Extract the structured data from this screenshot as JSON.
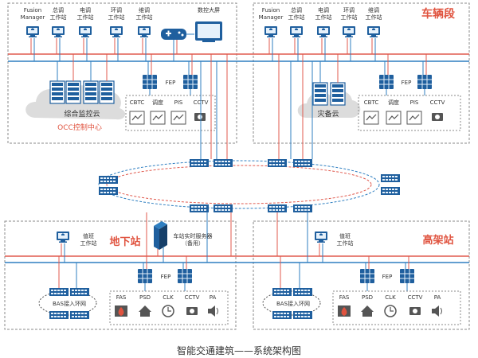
{
  "caption": "智能交通建筑——系统架构图",
  "colors": {
    "red": "#e05a4e",
    "blue": "#2f7fc1",
    "dark_blue": "#1f5f9e",
    "accent_text": "#e0533f",
    "gray_text": "#555555",
    "border": "#8a8a8a"
  },
  "occ": {
    "workstations": [
      {
        "l1": "Fusion",
        "l2": "Manager"
      },
      {
        "l1": "总调",
        "l2": "工作站"
      },
      {
        "l1": "电调",
        "l2": "工作站"
      },
      {
        "l1": "环调",
        "l2": "工作站"
      },
      {
        "l1": "维调",
        "l2": "工作站"
      }
    ],
    "big_screen": "数控大屏",
    "cloud_label": "综合监控云",
    "center_label": "OCC控制中心",
    "fep": "FEP",
    "subsystems": [
      "CBTC",
      "调度",
      "PIS",
      "CCTV"
    ]
  },
  "depot": {
    "title": "车辆段",
    "workstations": [
      {
        "l1": "Fusion",
        "l2": "Manager"
      },
      {
        "l1": "总调",
        "l2": "工作站"
      },
      {
        "l1": "电调",
        "l2": "工作站"
      },
      {
        "l1": "环调",
        "l2": "工作站"
      },
      {
        "l1": "维调",
        "l2": "工作站"
      }
    ],
    "cloud_label": "灾备云",
    "fep": "FEP",
    "subsystems": [
      "CBTC",
      "调度",
      "PIS",
      "CCTV"
    ]
  },
  "underground": {
    "title": "地下站",
    "ws_l1": "值班",
    "ws_l2": "工作站",
    "server_l1": "车站实时服务器",
    "server_l2": "（备用）",
    "fep": "FEP",
    "ring": "BAS接入环网",
    "subsystems": [
      "FAS",
      "PSD",
      "CLK",
      "CCTV",
      "PA"
    ]
  },
  "elevated": {
    "title": "高架站",
    "ws_l1": "值班",
    "ws_l2": "工作站",
    "fep": "FEP",
    "ring": "BAS接入环网",
    "subsystems": [
      "FAS",
      "PSD",
      "CLK",
      "CCTV",
      "PA"
    ]
  }
}
